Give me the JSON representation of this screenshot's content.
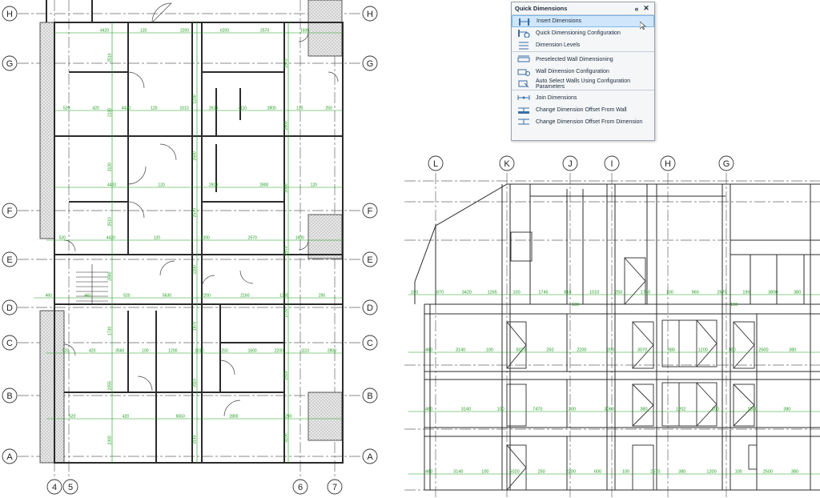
{
  "plan": {
    "row_bubbles": [
      "H",
      "G",
      "F",
      "E",
      "D",
      "C",
      "B",
      "A"
    ],
    "col_bubbles": [
      "4",
      "5",
      "6",
      "7"
    ],
    "dims_top": [
      "4420",
      "120",
      "2200",
      "6200",
      "2570",
      "1600"
    ],
    "dims_row_g": [
      "520",
      "420",
      "4420",
      "120",
      "1010",
      "2630",
      "4110",
      "2800",
      "120",
      "250"
    ],
    "dims_row_f": [
      "4420",
      "120",
      "2910",
      "2800",
      "120"
    ],
    "dims_row_e": [
      "520",
      "4420",
      "120",
      "2200",
      "2570",
      "1600"
    ],
    "dims_row_d": [
      "460",
      "441",
      "520",
      "5630",
      "2200",
      "2160",
      "1200",
      "250"
    ],
    "dims_row_c": [
      "520",
      "420",
      "3560",
      "100",
      "1200",
      "1010",
      "250",
      "1600",
      "2200",
      "1110",
      "2800"
    ],
    "dims_row_b": [
      "520",
      "420",
      "6550",
      "2800",
      "3290"
    ],
    "dims_vert_left": [
      "2510",
      "2130",
      "3130",
      "2510",
      "2680",
      "1730",
      "2055",
      "2300"
    ],
    "dims_vert_mid": [
      "1200",
      "2500",
      "2570",
      "2200",
      "1970",
      "3110",
      "3140"
    ],
    "dims_vert_right": [
      "2570",
      "2500",
      "3000",
      "2570",
      "1730",
      "2920",
      "3200"
    ]
  },
  "elevation": {
    "col_bubbles": [
      "L",
      "K",
      "J",
      "I",
      "H",
      "G"
    ],
    "dims_top_row": [
      "190",
      "870",
      "3420",
      "1265",
      "100",
      "1745",
      "810",
      "1010",
      "250",
      "1740",
      "100",
      "960",
      "2670",
      "190",
      "3800",
      "380"
    ],
    "dims_sub": [
      "100",
      "190"
    ],
    "dims_row1": [
      "460",
      "3140",
      "100",
      "5020",
      "250",
      "2200",
      "200",
      "3070",
      "380",
      "1200",
      "100",
      "2500",
      "380"
    ],
    "dims_row2": [
      "460",
      "3140",
      "100",
      "7470",
      "200",
      "3060",
      "380",
      "1202",
      "100",
      "2500",
      "380"
    ],
    "dims_row3": [
      "460",
      "3140",
      "100",
      "5020",
      "250",
      "2200",
      "600",
      "100",
      "2570",
      "380",
      "1200",
      "100",
      "2500",
      "380"
    ]
  },
  "panel": {
    "title": "Quick Dimensions",
    "collapse_icon": "double-chevron-left-icon",
    "close_icon": "close-icon",
    "items": [
      {
        "label": "Insert Dimensions",
        "icon": "insert-dimensions-icon",
        "highlighted": true
      },
      {
        "label": "Quick Dimensioning Configuration",
        "icon": "quick-dimensioning-configuration-icon"
      },
      {
        "label": "Dimension Levels",
        "icon": "dimension-levels-icon"
      },
      {
        "label": "Preselected Wall Dimensioning",
        "icon": "preselected-wall-dimensioning-icon"
      },
      {
        "label": "Wall Dimension Configuration",
        "icon": "wall-dimension-configuration-icon"
      },
      {
        "label": "Auto Select Walls Using Configuration Parameters",
        "icon": "auto-select-walls-icon"
      },
      {
        "label": "Join Dimensions",
        "icon": "join-dimensions-icon"
      },
      {
        "label": "Change Dimension Offset From Wall",
        "icon": "offset-from-wall-icon"
      },
      {
        "label": "Change Dimension Offset From Dimension",
        "icon": "offset-from-dimension-icon"
      }
    ]
  },
  "colors": {
    "dimension": "#1a9a1a",
    "wall": "#2b2b2b",
    "grid": "#555555",
    "hatch": "#9a9a9a",
    "accent": "#cfe6fb"
  }
}
